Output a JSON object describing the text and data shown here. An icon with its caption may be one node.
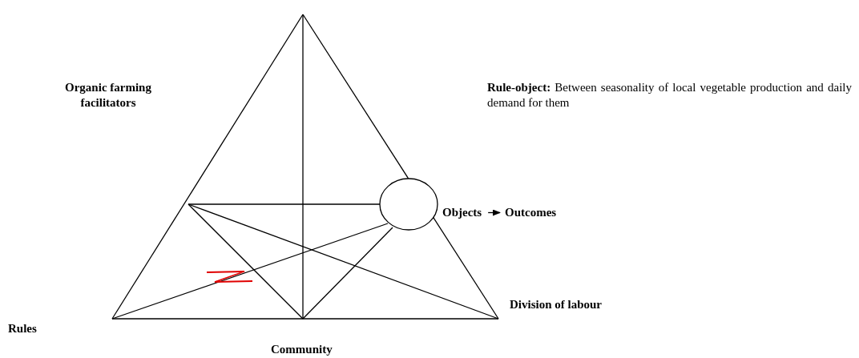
{
  "diagram": {
    "nodes": [
      {
        "text": [
          "Organic farming facilitators"
        ]
      },
      {
        "text": [
          "Objects"
        ]
      },
      {
        "text": [
          "Outcomes"
        ]
      },
      {
        "text": [
          "Rules"
        ]
      },
      {
        "text": [
          "Community"
        ]
      },
      {
        "text": [
          "Division of labour"
        ]
      }
    ],
    "edges": [
      {
        "from": 1,
        "to": 2,
        "arrow": "to"
      }
    ],
    "labels": [
      "**Rule-object:** Between seasonality of local vegetable production and daily demand for them"
    ]
  }
}
